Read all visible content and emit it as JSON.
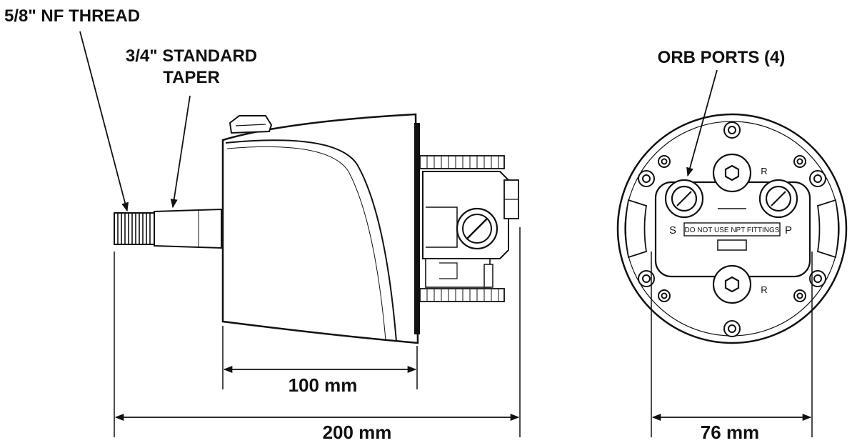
{
  "labels": {
    "thread": "5/8\" NF THREAD",
    "taper_line1": "3/4\" STANDARD",
    "taper_line2": "TAPER",
    "orb_ports": "ORB PORTS (4)"
  },
  "dimensions": {
    "body_length": "100 mm",
    "overall_length": "200 mm",
    "mount_width": "76 mm"
  },
  "port_markings": {
    "warning": "DO NOT USE NPT FITTINGS",
    "s": "S",
    "p": "P",
    "r_top": "R",
    "r_bottom": "R"
  }
}
